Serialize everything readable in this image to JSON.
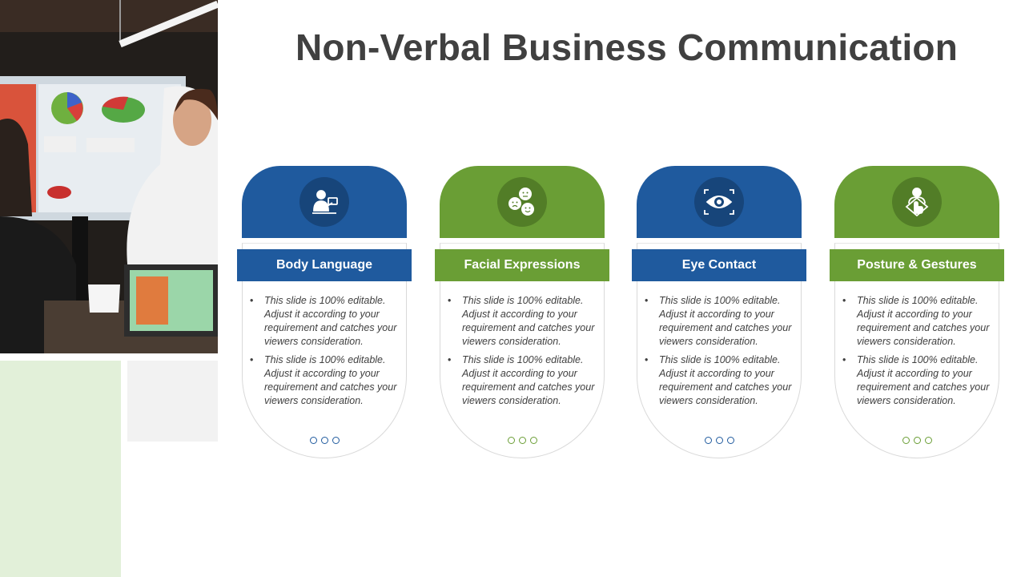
{
  "title": "Non-Verbal Business Communication",
  "colors": {
    "blue": "#1f5a9e",
    "green": "#6a9e35",
    "text": "#404040"
  },
  "cards": [
    {
      "heading": "Body Language",
      "theme": "blue",
      "icon": "presenter-icon",
      "bullets": [
        "This slide is 100% editable. Adjust it according to your requirement and catches your viewers consideration.",
        "This slide is 100% editable. Adjust it according to your requirement and catches your viewers consideration."
      ]
    },
    {
      "heading": "Facial Expressions",
      "theme": "green",
      "icon": "faces-icon",
      "bullets": [
        "This slide is 100% editable. Adjust it according to your requirement and catches your viewers consideration.",
        "This slide is 100% editable. Adjust it according to your requirement and catches your viewers consideration."
      ]
    },
    {
      "heading": "Eye Contact",
      "theme": "blue",
      "icon": "eye-focus-icon",
      "bullets": [
        "This slide is 100% editable. Adjust it according to your requirement and catches your viewers consideration.",
        "This slide is 100% editable. Adjust it according to your requirement and catches your viewers consideration."
      ]
    },
    {
      "heading": "Posture & Gestures",
      "theme": "green",
      "icon": "gesture-hand-icon",
      "bullets": [
        "This slide is 100% editable. Adjust it according to your requirement and catches your viewers consideration.",
        "This slide is 100% editable. Adjust it according to your requirement and catches your viewers consideration."
      ]
    }
  ]
}
